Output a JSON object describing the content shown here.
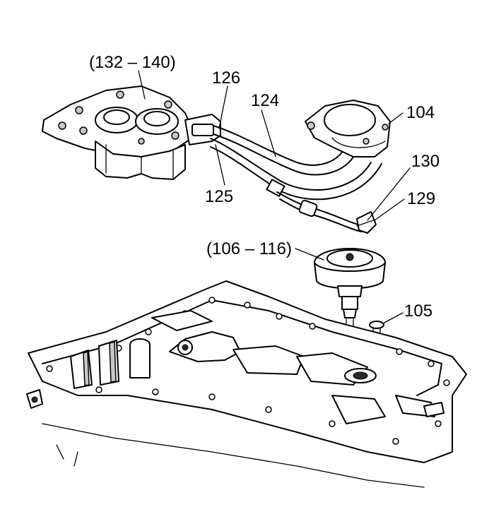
{
  "callouts": {
    "c132_140": "(132 – 140)",
    "c126": "126",
    "c124": "124",
    "c104": "104",
    "c130": "130",
    "c125": "125",
    "c129": "129",
    "c106_116": "(106 – 116)",
    "c105": "105"
  }
}
